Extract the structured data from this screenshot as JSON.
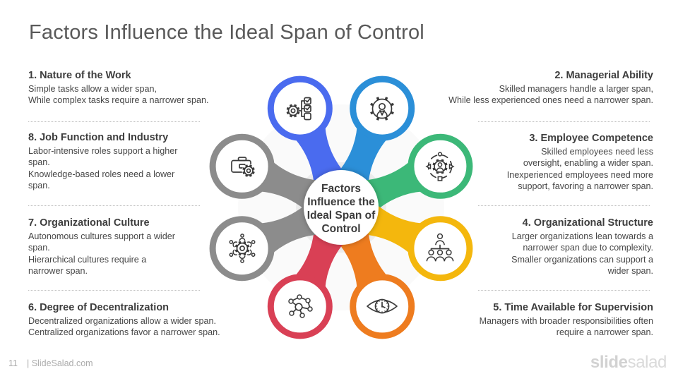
{
  "title": "Factors Influence the Ideal Span of Control",
  "center_label": "Factors\nInfluence the\nIdeal Span of\nControl",
  "factors": {
    "left": [
      {
        "heading": "1. Nature of the Work",
        "lines": [
          "Simple tasks allow a wider span,",
          "While complex tasks require a narrower span."
        ]
      },
      {
        "heading": "8. Job Function and Industry",
        "lines": [
          "Labor-intensive roles support a higher",
          "span.",
          "Knowledge-based roles need a lower",
          "span."
        ]
      },
      {
        "heading": "7. Organizational Culture",
        "lines": [
          "Autonomous cultures support a wider",
          "span.",
          "Hierarchical cultures require a",
          "narrower span."
        ]
      },
      {
        "heading": "6. Degree of Decentralization",
        "lines": [
          "Decentralized organizations allow a wider span.",
          "Centralized organizations favor a narrower span."
        ]
      }
    ],
    "right": [
      {
        "heading": "2. Managerial Ability",
        "lines": [
          "Skilled managers handle a larger span,",
          "While less experienced ones need a narrower span."
        ]
      },
      {
        "heading": "3. Employee Competence",
        "lines": [
          "Skilled employees need less",
          "oversight, enabling a wider span.",
          "Inexperienced employees need more",
          "support, favoring a narrower span."
        ]
      },
      {
        "heading": "4. Organizational Structure",
        "lines": [
          "Larger organizations lean towards a",
          "narrower span due to complexity.",
          "Smaller organizations can support a",
          "wider span."
        ]
      },
      {
        "heading": "5. Time Available for Supervision",
        "lines": [
          "Managers with broader responsibilities often",
          "require a narrower span."
        ]
      }
    ]
  },
  "diagram": {
    "petals": [
      {
        "factor": "1",
        "icon": "gear-checklist-icon",
        "color": "#4a6bef",
        "angle": 112.5
      },
      {
        "factor": "2",
        "icon": "manager-gear-icon",
        "color": "#2b8fd8",
        "angle": 67.5
      },
      {
        "factor": "3",
        "icon": "competence-target-icon",
        "color": "#3cb878",
        "angle": 22.5
      },
      {
        "factor": "4",
        "icon": "org-chart-icon",
        "color": "#f4b70d",
        "angle": -22.5
      },
      {
        "factor": "5",
        "icon": "eye-clock-icon",
        "color": "#ee7c1f",
        "angle": -67.5
      },
      {
        "factor": "6",
        "icon": "network-icon",
        "color": "#d94055",
        "angle": -112.5
      },
      {
        "factor": "7",
        "icon": "people-gear-icon",
        "color": "#8c8c8c",
        "angle": -157.5
      },
      {
        "factor": "8",
        "icon": "briefcase-gear-icon",
        "color": "#8c8c8c",
        "angle": 157.5
      }
    ],
    "icon_stroke": "#3a3a3a"
  },
  "footer": {
    "page_number": "11",
    "source": "| SlideSalad.com",
    "logo_bold": "slide",
    "logo_light": "salad"
  }
}
